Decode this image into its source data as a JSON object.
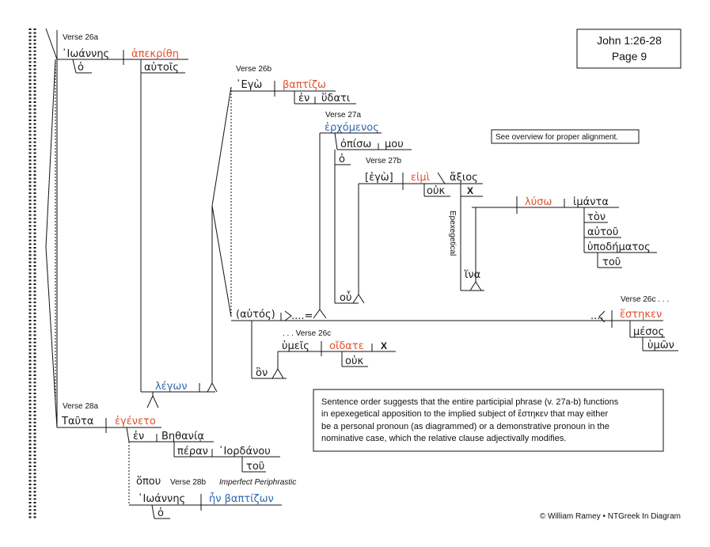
{
  "header": {
    "ref": "John 1:26-28",
    "page": "Page 9"
  },
  "labels": {
    "v26a": "Verse 26a",
    "v26b": "Verse 26b",
    "v27a": "Verse 27a",
    "v27b": "Verse 27b",
    "v26c_a": ". . . Verse 26c",
    "v26c_b": "Verse 26c . . .",
    "v28a": "Verse 28a",
    "v28b": "Verse 28b",
    "periphrastic": "Imperfect Periphrastic",
    "epexegetical": "Epexegetical"
  },
  "words": {
    "ioannes1": "᾿Ιωάννης",
    "apekrithe": "ἀπεκρίθη",
    "ho1": "ὁ",
    "autois": "αὐτοῖς",
    "ego1": "᾿Εγὼ",
    "baptizo": "βαπτίζω",
    "en1": "ἐν",
    "hydati": "ὕδατι",
    "erchomenos": "ἐρχόμενος",
    "opiso": "ὀπίσω",
    "mou": "μου",
    "ho2": "ὁ",
    "ego2": "[ἐγὼ]",
    "eimi": "εἰμὶ",
    "axios": "ἄξιος",
    "ouk1": "οὐκ",
    "x1": "X",
    "luso": "λύσω",
    "himanta": "ἱμάντα",
    "ton": "τὸν",
    "autou": "αὐτοῦ",
    "hypodematos": "ὑποδήματος",
    "tou1": "τοῦ",
    "hina": "ἵνα",
    "hou": "οὗ",
    "autos": "(αὐτός)",
    "equals": "....=",
    "dots": "....",
    "esteken": "ἕστηκεν",
    "mesos": "μέσος",
    "hymon": "ὑμῶν",
    "hymeis": "ὑμεῖς",
    "oidate": "οἴδατε",
    "x2": "X",
    "ouk2": "οὐκ",
    "hon": "ὃν",
    "legon": "λέγων",
    "tauta": "Ταῦτα",
    "egeneto": "ἐγένετο",
    "en2": "ἐν",
    "bethania": "Βηθανίᾳ",
    "peran": "πέραν",
    "iordanou": "᾿Ιορδάνου",
    "tou2": "τοῦ",
    "hopou": "ὅπου",
    "ioannes2": "᾿Ιωάννης",
    "en_baptizon": "ἦν βαπτίζων",
    "ho3": "ὁ"
  },
  "notes": {
    "overview": "See overview for proper alignment.",
    "explanation": [
      "Sentence order suggests that the entire participial phrase (v. 27a-b) functions",
      "in epexegetical apposition to the implied subject of ἕστηκεν that may either",
      "be a personal pronoun (as diagrammed) or a demonstrative pronoun in the",
      "nominative case, which the relative clause adjectivally modifies."
    ]
  },
  "footer": {
    "credit": "© William Ramey • NTGreek In Diagram"
  },
  "colors": {
    "verb": "#e0502c",
    "participle": "#2f67b0",
    "text": "#1a1a1a"
  }
}
